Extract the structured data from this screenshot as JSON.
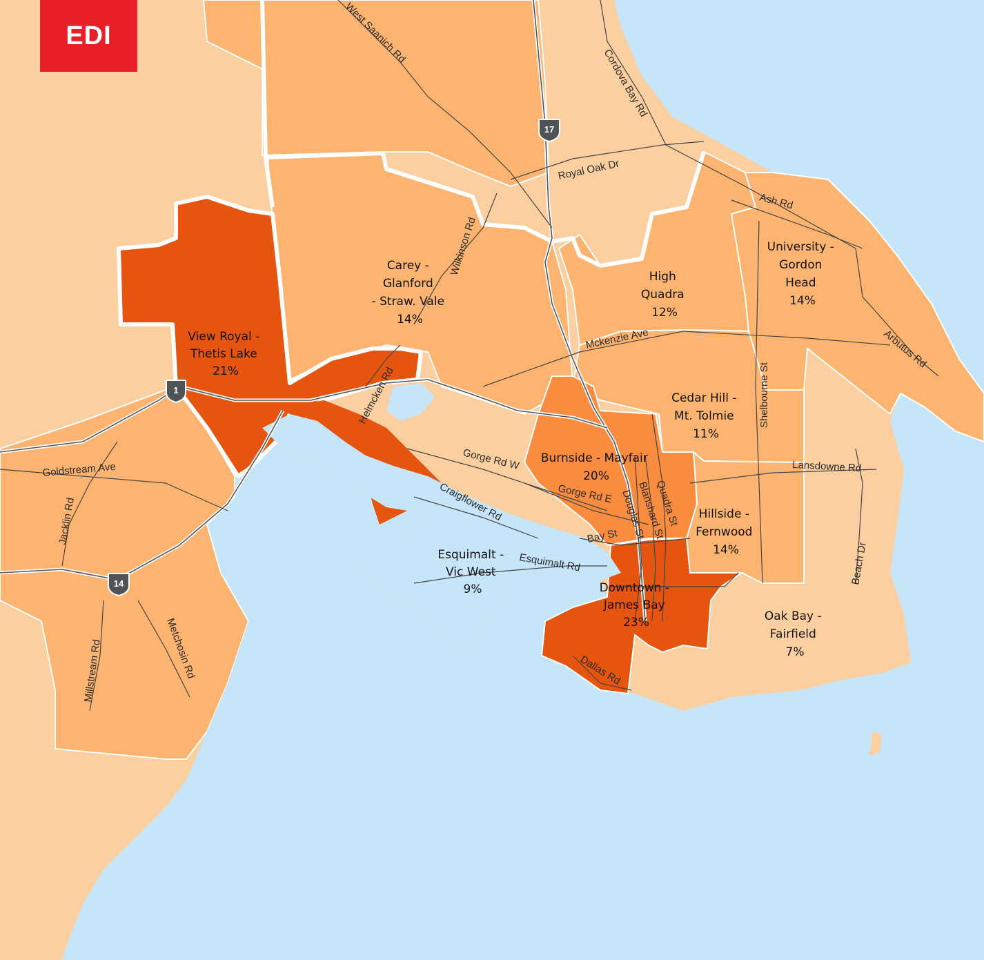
{
  "logo": {
    "text": "EDI"
  },
  "colors": {
    "water": "#c7e5f8",
    "lightest": "#fbcf9f",
    "light": "#fcb470",
    "medium": "#fa8c40",
    "dark": "#e5550f",
    "logo_bg": "#e8202a",
    "shield": "#505356"
  },
  "highway_shields": [
    {
      "number": "17",
      "icon": "interstate-shield-icon"
    },
    {
      "number": "1",
      "icon": "interstate-shield-icon"
    },
    {
      "number": "14",
      "icon": "interstate-shield-icon"
    }
  ],
  "roads": {
    "west_saanich": "West Saanich Rd",
    "cordova_bay": "Cordova Bay Rd",
    "royal_oak": "Royal Oak Dr",
    "ash": "Ash Rd",
    "wilkinson": "Wilkinson Rd",
    "mckenzie": "Mckenzie Ave",
    "arbutus": "Arbutus Rd",
    "shelbourne": "Shelbourne St",
    "helmcken": "Helmcken Rd",
    "goldstream": "Goldstream Ave",
    "gorge_w": "Gorge Rd W",
    "lansdowne": "Lansdowne Rd",
    "gorge_e": "Gorge Rd E",
    "craigflower": "Craigflower Rd",
    "jacklin": "Jacklin Rd",
    "douglas": "Douglas St",
    "blanshard": "Blanshard St",
    "quadra": "Quadra St",
    "bay": "Bay St",
    "esquimalt": "Esquimalt Rd",
    "beach": "Beach Dr",
    "millstream": "Millstream Rd",
    "metchosin": "Metchosin Rd",
    "dallas": "Dallas Rd"
  },
  "regions": [
    {
      "key": "view_royal",
      "lines": [
        "View Royal -",
        "Thetis Lake",
        "21%"
      ],
      "value_pct": 21,
      "shade": "dark"
    },
    {
      "key": "carey",
      "lines": [
        "Carey -",
        "Glanford",
        "- Straw. Vale",
        "14%"
      ],
      "value_pct": 14,
      "shade": "light"
    },
    {
      "key": "high_quadra",
      "lines": [
        "High",
        "Quadra",
        "12%"
      ],
      "value_pct": 12,
      "shade": "light"
    },
    {
      "key": "university",
      "lines": [
        "University -",
        "Gordon",
        "Head",
        "14%"
      ],
      "value_pct": 14,
      "shade": "light"
    },
    {
      "key": "cedar_hill",
      "lines": [
        "Cedar Hill -",
        "Mt. Tolmie",
        "11%"
      ],
      "value_pct": 11,
      "shade": "light"
    },
    {
      "key": "burnside",
      "lines": [
        "Burnside - Mayfair",
        "20%"
      ],
      "value_pct": 20,
      "shade": "medium"
    },
    {
      "key": "hillside",
      "lines": [
        "Hillside -",
        "Fernwood",
        "14%"
      ],
      "value_pct": 14,
      "shade": "light"
    },
    {
      "key": "esquimalt",
      "lines": [
        "Esquimalt -",
        "Vic West",
        "9%"
      ],
      "value_pct": 9,
      "shade": "lightest"
    },
    {
      "key": "downtown",
      "lines": [
        "Downtown -",
        "James Bay",
        "23%"
      ],
      "value_pct": 23,
      "shade": "dark"
    },
    {
      "key": "oak_bay",
      "lines": [
        "Oak Bay -",
        "Fairfield",
        "7%"
      ],
      "value_pct": 7,
      "shade": "lightest"
    }
  ]
}
